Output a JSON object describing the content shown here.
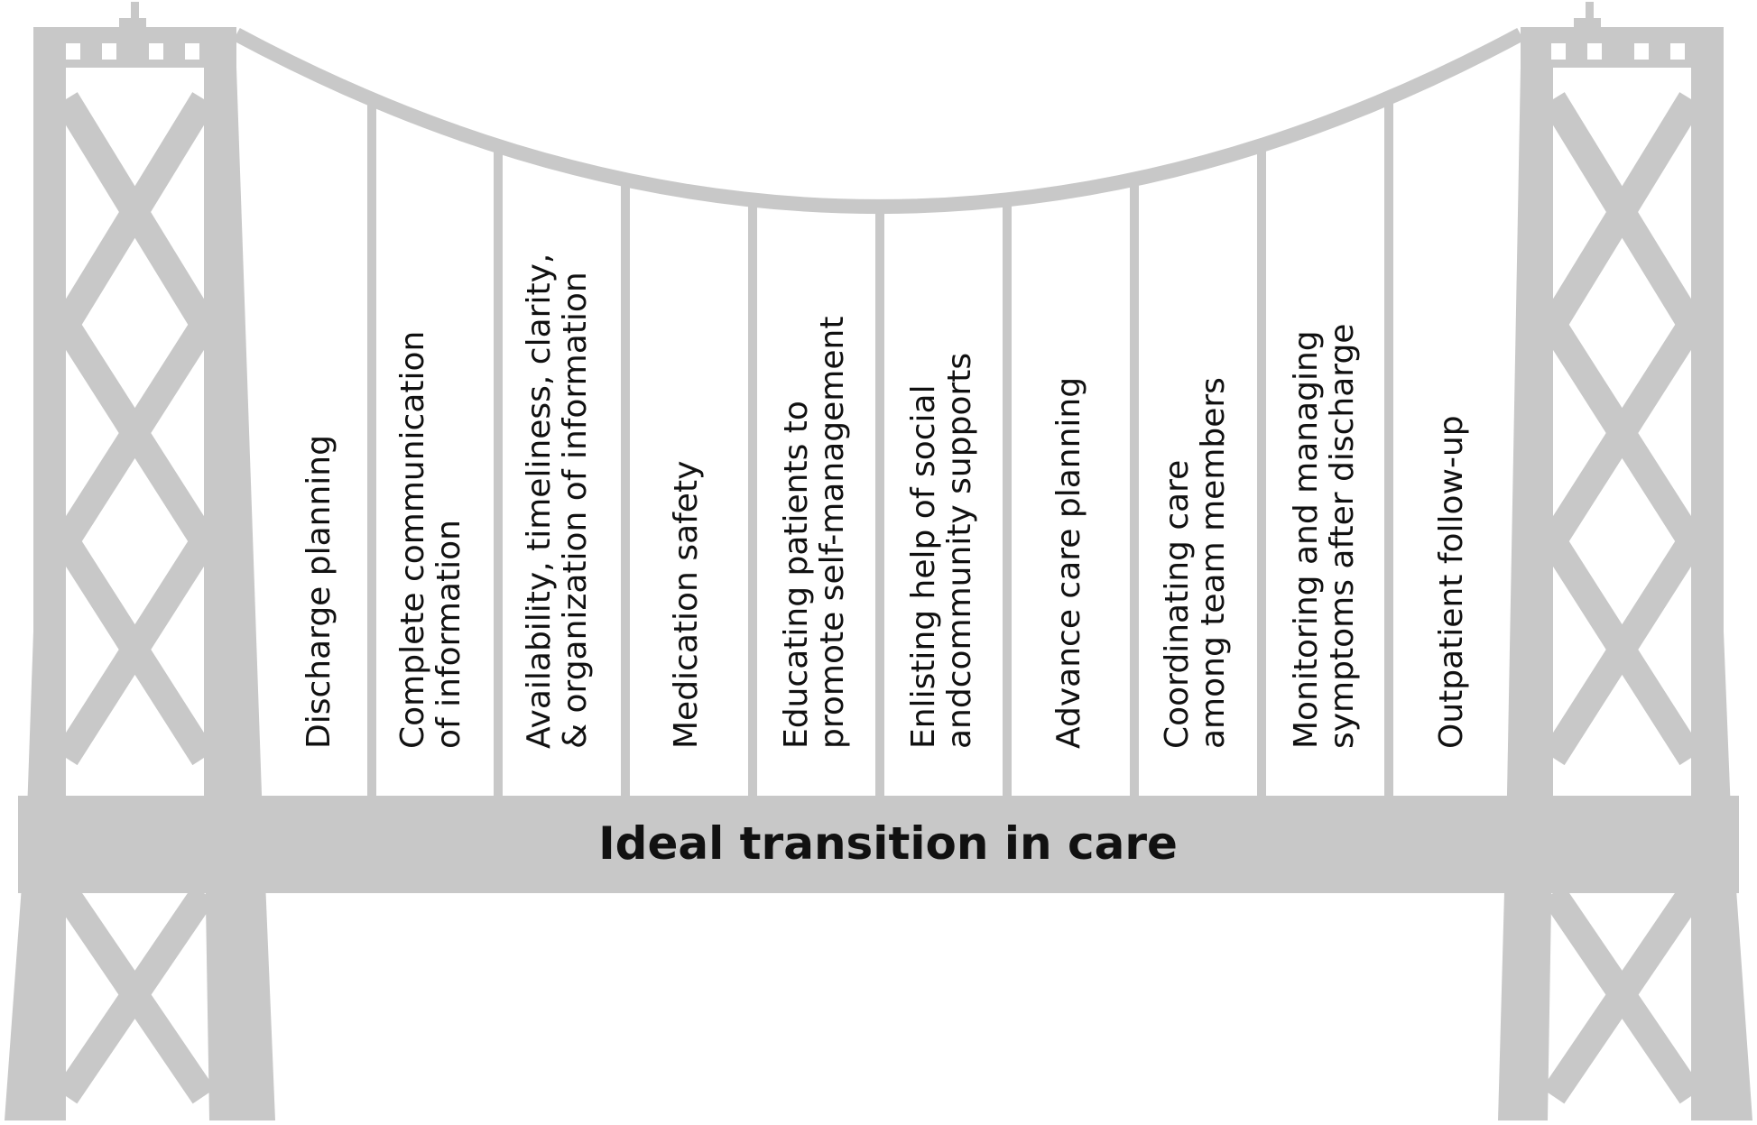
{
  "colors": {
    "structure": "#c8c8c8",
    "background": "#ffffff",
    "text": "#111111"
  },
  "deck_title": "Ideal transition in care",
  "pillars": [
    {
      "lines": [
        "Discharge planning"
      ]
    },
    {
      "lines": [
        "Complete communication",
        "of information"
      ]
    },
    {
      "lines": [
        "Availability, timeliness, clarity,",
        "& organization of information"
      ]
    },
    {
      "lines": [
        "Medication safety"
      ]
    },
    {
      "lines": [
        "Educating patients to",
        "promote self-management"
      ]
    },
    {
      "lines": [
        "Enlisting help of social",
        "andcommunity supports"
      ]
    },
    {
      "lines": [
        "Advance care planning"
      ]
    },
    {
      "lines": [
        "Coordinating care",
        "among team members"
      ]
    },
    {
      "lines": [
        "Monitoring and managing",
        "symptoms after discharge"
      ]
    },
    {
      "lines": [
        "Outpatient follow-up"
      ]
    }
  ]
}
